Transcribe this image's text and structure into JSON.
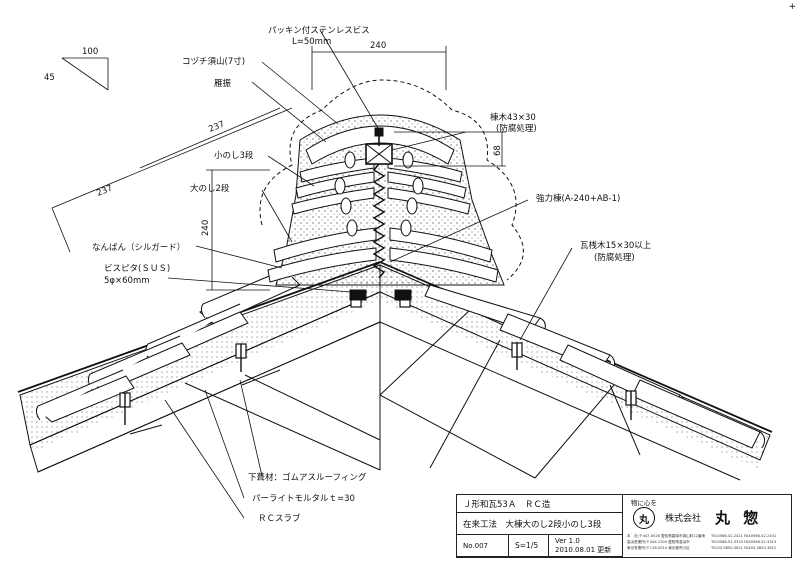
{
  "corner_mark": "+",
  "dimensions": {
    "d100": "100",
    "d45": "45",
    "d240_top": "240",
    "d237_a": "237",
    "d237_b": "237",
    "d240_left": "240",
    "d68": "68"
  },
  "labels": {
    "screw_line1": "パッキン付ステンレスビス",
    "screw_line2": "L=50mm",
    "kotsuchi": "コヅチ須山(7寸)",
    "ganburi": "雁振",
    "konoshi": "小のし3段",
    "oonoshi": "大のし2段",
    "nanban": "なんばん（シルガード）",
    "bisupita_line1": "ビスピタ(ＳＵＳ)",
    "bisupita_line2": "5φ×60mm",
    "munagi_line1": "棟木43×30",
    "munagi_line2": "(防腐処理)",
    "kyoryokumune": "強力棟(A-240+AB-1)",
    "gasan_line1": "瓦桟木15×30以上",
    "gasan_line2": "(防腐処理)",
    "shitabuki": "下葺材：ゴムアスルーフィング",
    "perlite": "パーライトモルタルｔ=30",
    "rc_slab": "ＲＣスラブ"
  },
  "title_block": {
    "row1": "Ｊ形和瓦53Ａ　ＲＣ造",
    "row2": "在来工法　大棟大のし2段小のし3段",
    "no": "No.007",
    "scale": "S=1/5",
    "version": "Ver 1.0",
    "date_updated": "2010.08.01 更新",
    "logo_caption": "物に心を",
    "logo_glyph": "丸",
    "company_prefix": "株式会社",
    "company_name": "丸 惣",
    "offices": [
      "本　社/〒447-0026 愛知県碧南市城山町12番地",
      "高浜営業所/〒444-1304 愛知県高浜市",
      "東京営業所/〒116-0014 東京都荒川区"
    ],
    "phones": [
      "TEL0566-42-2421 FAX0566-42-2431",
      "TEL0566-52-3333 FAX0566-52-3313",
      "TEL03-5850-3811 FAX03-5850-3812"
    ]
  }
}
